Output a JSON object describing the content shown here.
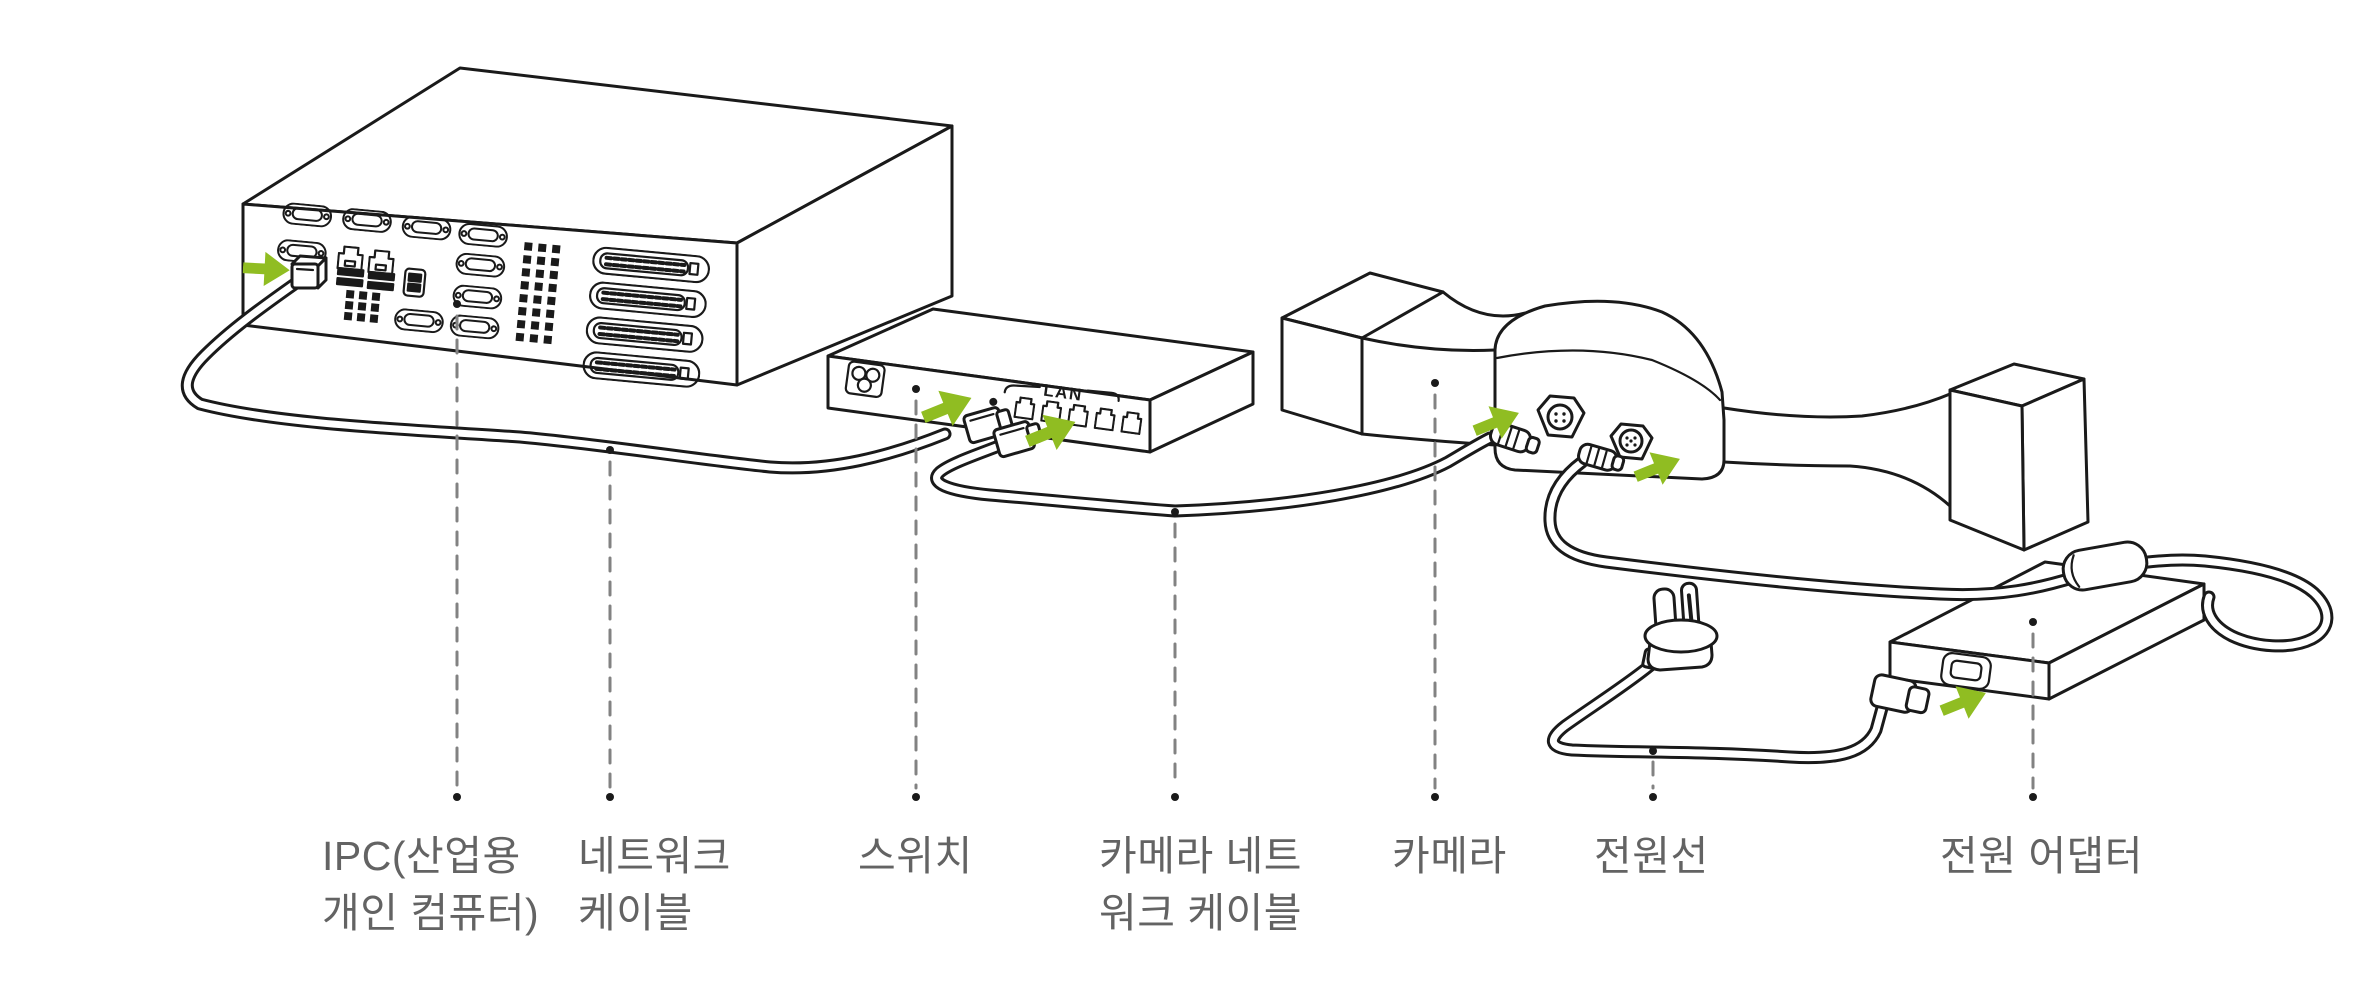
{
  "switch": {
    "lan_label": "LAN"
  },
  "labels": [
    {
      "id": "ipc",
      "text": "IPC(산업용\n개인 컴퓨터)"
    },
    {
      "id": "network-cable",
      "text": "네트워크\n케이블"
    },
    {
      "id": "switch",
      "text": "스위치"
    },
    {
      "id": "camera-network-cable",
      "text": "카메라 네트\n워크 케이블"
    },
    {
      "id": "camera",
      "text": "카메라"
    },
    {
      "id": "power-cord",
      "text": "전원선"
    },
    {
      "id": "power-adapter",
      "text": "전원 어댑터"
    }
  ],
  "colors": {
    "background": "#ffffff",
    "line": "#1a1a1a",
    "arrow_green": "#90bd22",
    "label_text": "#636363",
    "leader_gray": "#828282"
  },
  "icons": [
    {
      "name": "insert-arrow-icon",
      "glyph": "➤"
    },
    {
      "name": "power-inlet-icon",
      "glyph": "⌗"
    }
  ]
}
